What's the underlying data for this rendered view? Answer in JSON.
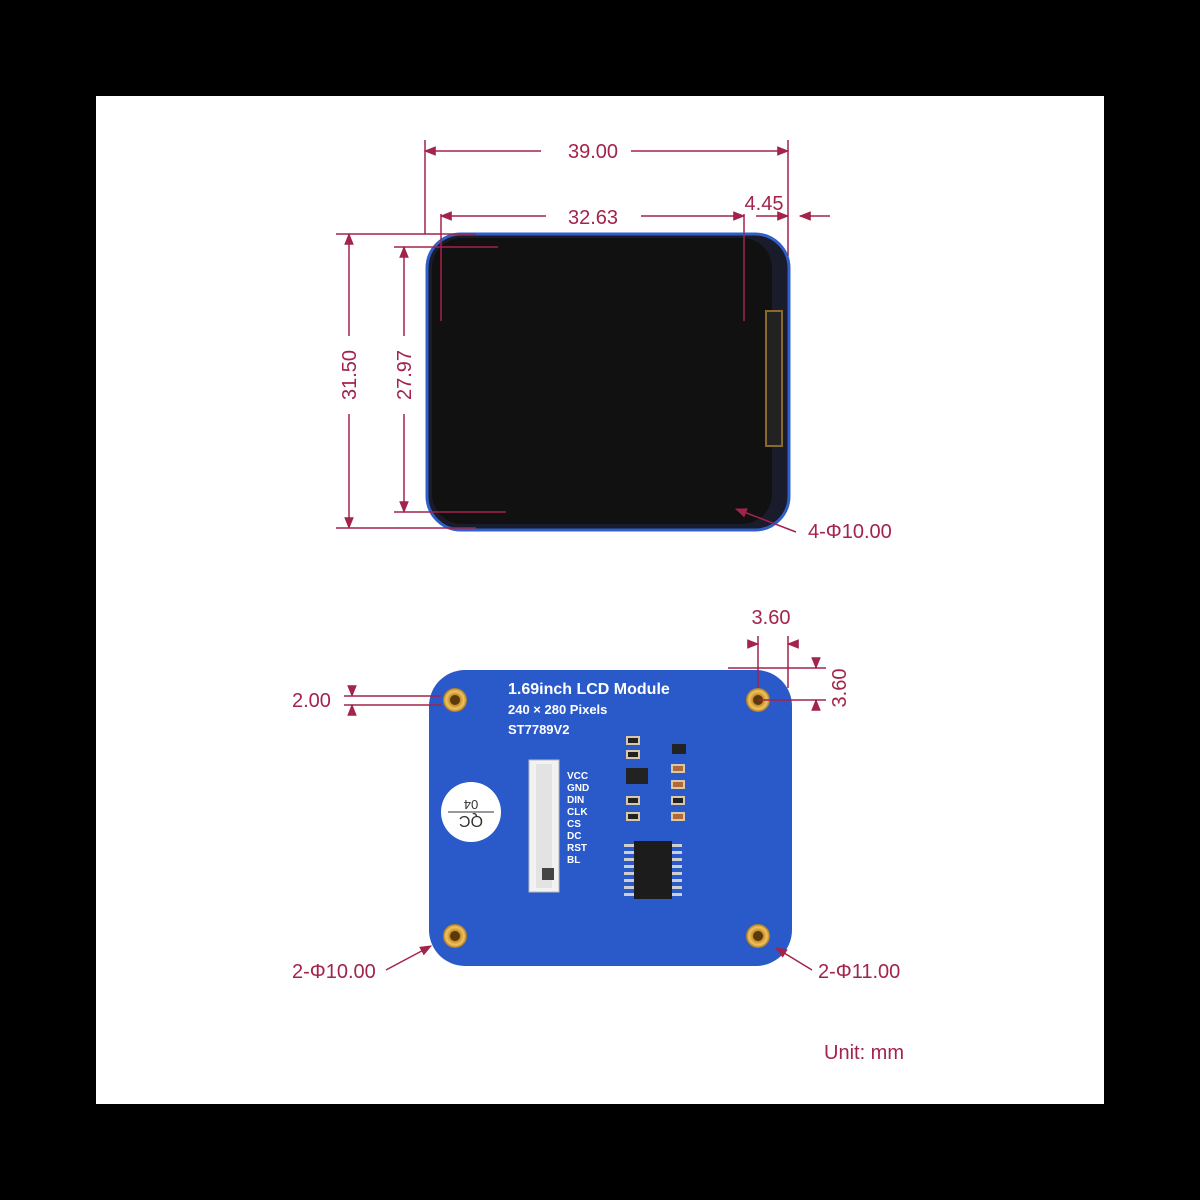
{
  "colors": {
    "background": "#000000",
    "sheet": "#ffffff",
    "dimension": "#a3234a",
    "pcb": "#2a59c9",
    "screen": "#111111"
  },
  "front_view": {
    "overall_width": "39.00",
    "active_width": "32.63",
    "thickness": "4.45",
    "overall_height": "31.50",
    "active_height": "27.97",
    "corner_radius": "4-Φ10.00"
  },
  "back_view": {
    "pcb_title": "1.69inch LCD Module",
    "pcb_resolution": "240 × 280 Pixels",
    "pcb_driver": "ST7789V2",
    "qc_label": "QC",
    "qc_number": "04",
    "pins": [
      "VCC",
      "GND",
      "DIN",
      "CLK",
      "CS",
      "DC",
      "RST",
      "BL"
    ],
    "hole_offset_x": "3.60",
    "hole_offset_y": "3.60",
    "edge_offset": "2.00",
    "left_corner_radius": "2-Φ10.00",
    "right_corner_radius": "2-Φ11.00"
  },
  "unit_label": "Unit: mm"
}
